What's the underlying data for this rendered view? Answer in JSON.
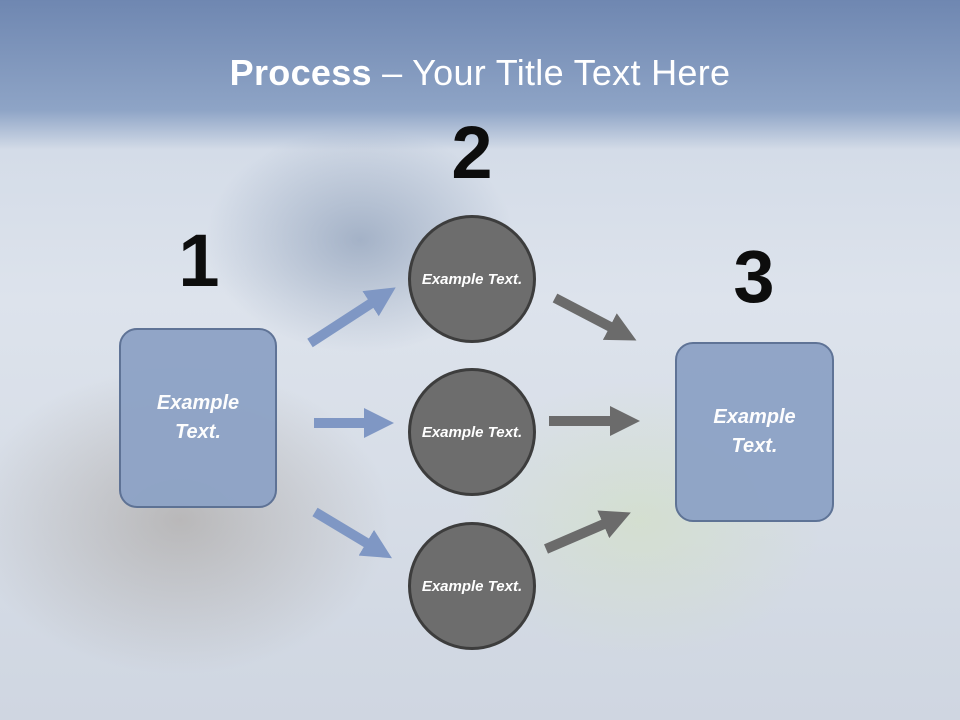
{
  "title": {
    "bold": "Process",
    "rest": " – Your Title Text Here"
  },
  "steps": [
    {
      "number": "1",
      "label": "Example Text."
    },
    {
      "number": "2",
      "items": [
        "Example Text.",
        "Example Text.",
        "Example Text."
      ]
    },
    {
      "number": "3",
      "label": "Example Text."
    }
  ],
  "colors": {
    "box_fill": "#8ea3c6",
    "box_border": "#5a6f93",
    "circle_fill": "#6d6d6d",
    "blue_arrow": "#7f97c4",
    "gray_arrow": "#6b6b6b"
  }
}
